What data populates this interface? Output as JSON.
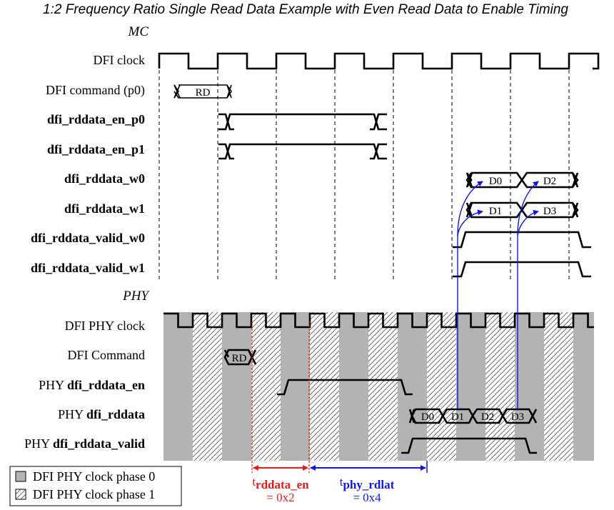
{
  "title": "1:2 Frequency Ratio Single Read Data Example with Even Read Data to Enable Timing",
  "sections": {
    "mc": "MC",
    "phy": "PHY"
  },
  "mc_signals": {
    "dfi_clock": "DFI clock",
    "dfi_command": "DFI command (p0)",
    "rddata_en_p0": "dfi_rddata_en_p0",
    "rddata_en_p1": "dfi_rddata_en_p1",
    "rddata_w0": "dfi_rddata_w0",
    "rddata_w1": "dfi_rddata_w1",
    "rddata_valid_w0": "dfi_rddata_valid_w0",
    "rddata_valid_w1": "dfi_rddata_valid_w1"
  },
  "phy_signals": {
    "phy_clock": "DFI PHY clock",
    "command": "DFI Command",
    "rddata_en_prefix": "PHY ",
    "rddata_en_name": "dfi_rddata_en",
    "rddata_prefix": "PHY ",
    "rddata_name": "dfi_rddata",
    "rddata_valid_prefix": "PHY ",
    "rddata_valid_name": "dfi_rddata_valid"
  },
  "values": {
    "mc_command": "RD",
    "phy_command": "RD",
    "w0": [
      "D0",
      "D2"
    ],
    "w1": [
      "D1",
      "D3"
    ],
    "phy_data": [
      "D0",
      "D1",
      "D2",
      "D3"
    ]
  },
  "timing": {
    "rddata_en": {
      "symbol": "t",
      "subscript": "rddata_en",
      "value": "= 0x2"
    },
    "phy_rdlat": {
      "symbol": "t",
      "subscript": "phy_rdlat",
      "value": "= 0x4"
    }
  },
  "legend": {
    "phase0": "DFI PHY clock phase 0",
    "phase1": "DFI PHY clock phase 1"
  },
  "colors": {
    "phase0_fill": "#b3b3b3",
    "rddata_en_arrow": "#e31b1b",
    "phy_rdlat_arrow": "#1018e0"
  }
}
